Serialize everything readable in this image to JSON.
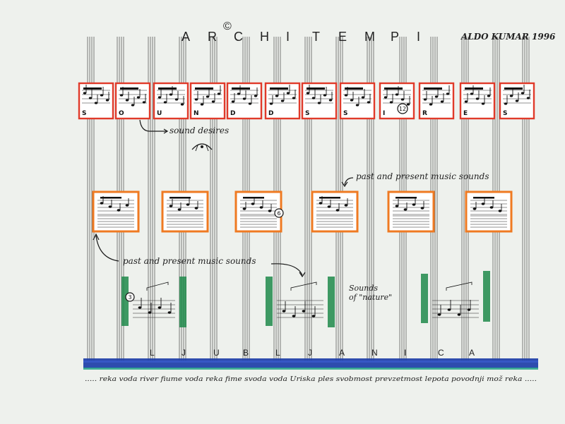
{
  "title": {
    "letters": [
      "A",
      "R",
      "C",
      "H",
      "I",
      "T",
      "E",
      "M",
      "P",
      "I"
    ],
    "copyright": "©"
  },
  "author": "ALDO KUMAR 1996",
  "annotations": {
    "sound_desires": "sound desires",
    "past_present_top": "past and present music sounds",
    "past_present_bottom": "past and present music sounds",
    "sounds_of_nature_1": "Sounds",
    "sounds_of_nature_2": "of \"nature\""
  },
  "box_letters": [
    "S",
    "O",
    "U",
    "N",
    "D",
    "D",
    "S",
    "S",
    "I",
    "R",
    "E",
    "S"
  ],
  "circled_numbers": {
    "top_box": "12",
    "mid_box": "6",
    "bottom_group": "3"
  },
  "ljubljanica": [
    "L",
    "J",
    "U",
    "B",
    "L",
    "J",
    "A",
    "N",
    "I",
    "C",
    "A"
  ],
  "footer_text": "..... reka voda river fiume voda reka fime svoda voda Uriska ples svobmost prevzetmost lepota povodnji mož reka .....",
  "colors": {
    "paper": "#eef1ed",
    "ink": "#1a1a1a",
    "red_box": "#e03a2a",
    "orange_box": "#ef7a22",
    "green": "#1f8a4a",
    "blue_river": "#1d3ea8",
    "teal_river": "#2aa58a"
  }
}
